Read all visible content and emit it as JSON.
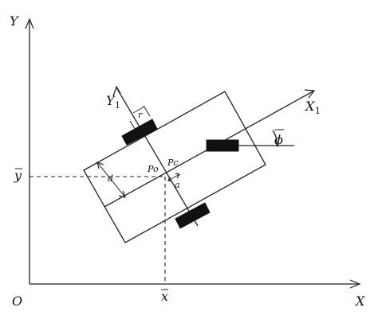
{
  "labels": {
    "y_axis": "Y",
    "x_axis": "X",
    "origin": "O",
    "y_body": "Y",
    "y_body_sub": "1",
    "x_body": "X",
    "x_body_sub": "1",
    "y_bar": "y",
    "x_bar": "x",
    "po": "Po",
    "pc": "Pc",
    "phi": "ϕ",
    "r": "r",
    "d": "d",
    "a": "a"
  },
  "colors": {
    "stroke": "#222222",
    "wheel": "#111111",
    "background": "#ffffff"
  }
}
